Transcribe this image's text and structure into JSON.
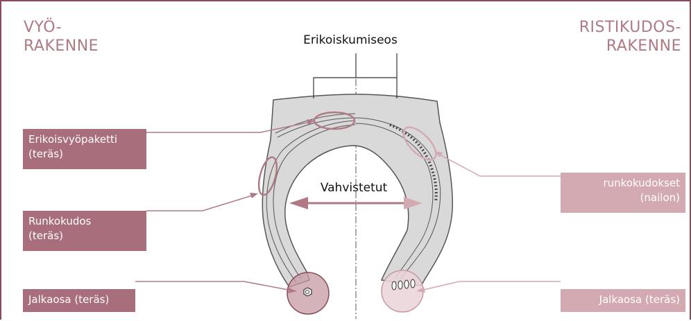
{
  "titles": {
    "left": [
      "VYÖ-",
      "RAKENNE"
    ],
    "right": [
      "RISTIKUDOS-",
      "RAKENNE"
    ]
  },
  "labels": {
    "top_center": "Erikoiskumiseos",
    "middle": "Vahvistetut",
    "belt_package": [
      "Erikoisvyöpaketti",
      "(teräs)"
    ],
    "body_ply": [
      "Runkokudos",
      "(teräs)"
    ],
    "bead_left": "Jalkaosa (teräs)",
    "body_plies_nylon": [
      "runkokudokset",
      "(nailon)"
    ],
    "bead_right": "Jalkaosa (teräs)"
  },
  "colors": {
    "frame": "#8a4a5a",
    "title_text": "#b07a85",
    "label_dark": "#a96e7b",
    "label_light": "#d3aab2",
    "tire_fill": "#d9d9d9",
    "tire_stroke": "#555555"
  }
}
